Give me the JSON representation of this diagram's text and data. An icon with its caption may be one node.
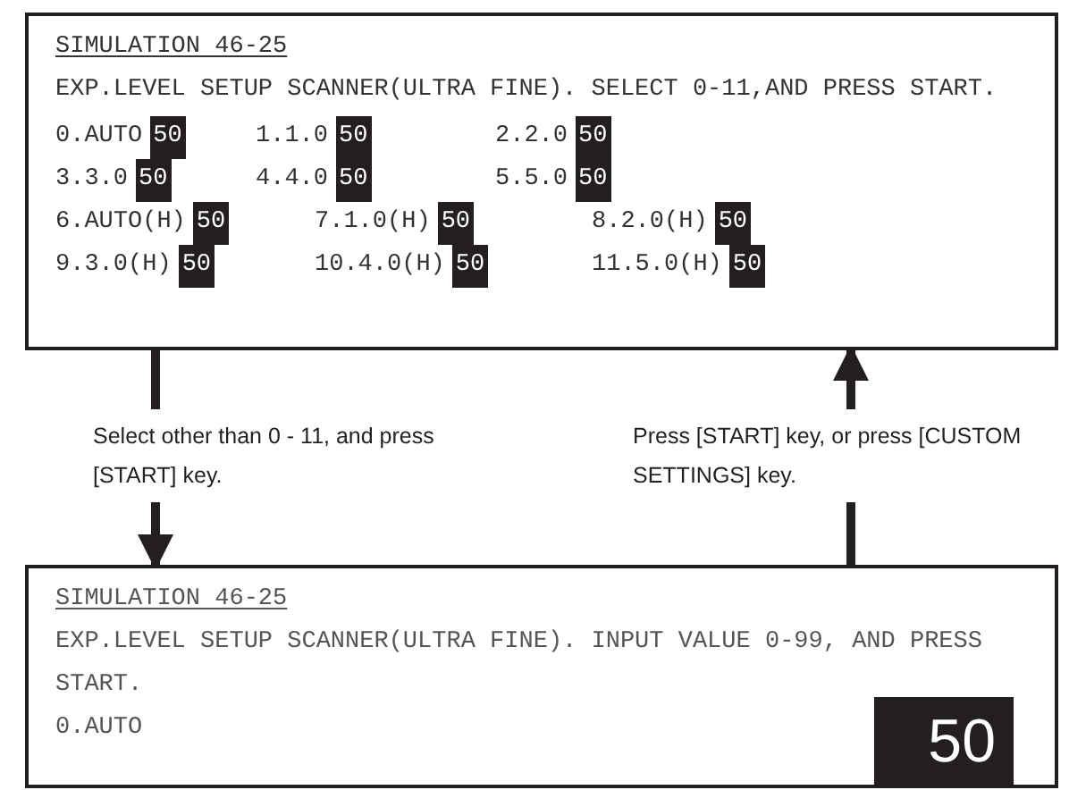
{
  "diagram": {
    "nodes": [
      {
        "text": [
          "SIMULATION 46-25",
          "EXP.LEVEL SETUP SCANNER(ULTRA FINE). SELECT 0-11,AND PRESS START.",
          "0.AUTO",
          "50",
          "1.1.0",
          "50",
          "2.2.0",
          "50",
          "3.3.0",
          "50",
          "4.4.0",
          "50",
          "5.5.0",
          "50",
          "6.AUTO(H)",
          "50",
          "7.1.0(H)",
          "50",
          "8.2.0(H)",
          "50",
          "9.3.0(H)",
          "50",
          "10.4.0(H)",
          "50",
          "11.5.0(H)",
          "50"
        ]
      },
      {
        "text": [
          "SIMULATION 46-25",
          "EXP.LEVEL SETUP SCANNER(ULTRA FINE). INPUT VALUE 0-99, AND PRESS START.",
          "0.AUTO",
          "50"
        ]
      }
    ],
    "edges": [
      {
        "from": 0,
        "to": 1,
        "arrow": "to",
        "label": "Select other than 0 - 11, and press [START] key."
      },
      {
        "from": 1,
        "to": 0,
        "arrow": "to",
        "label": "Press [START] key, or press [CUSTOM SETTINGS] key."
      }
    ]
  }
}
